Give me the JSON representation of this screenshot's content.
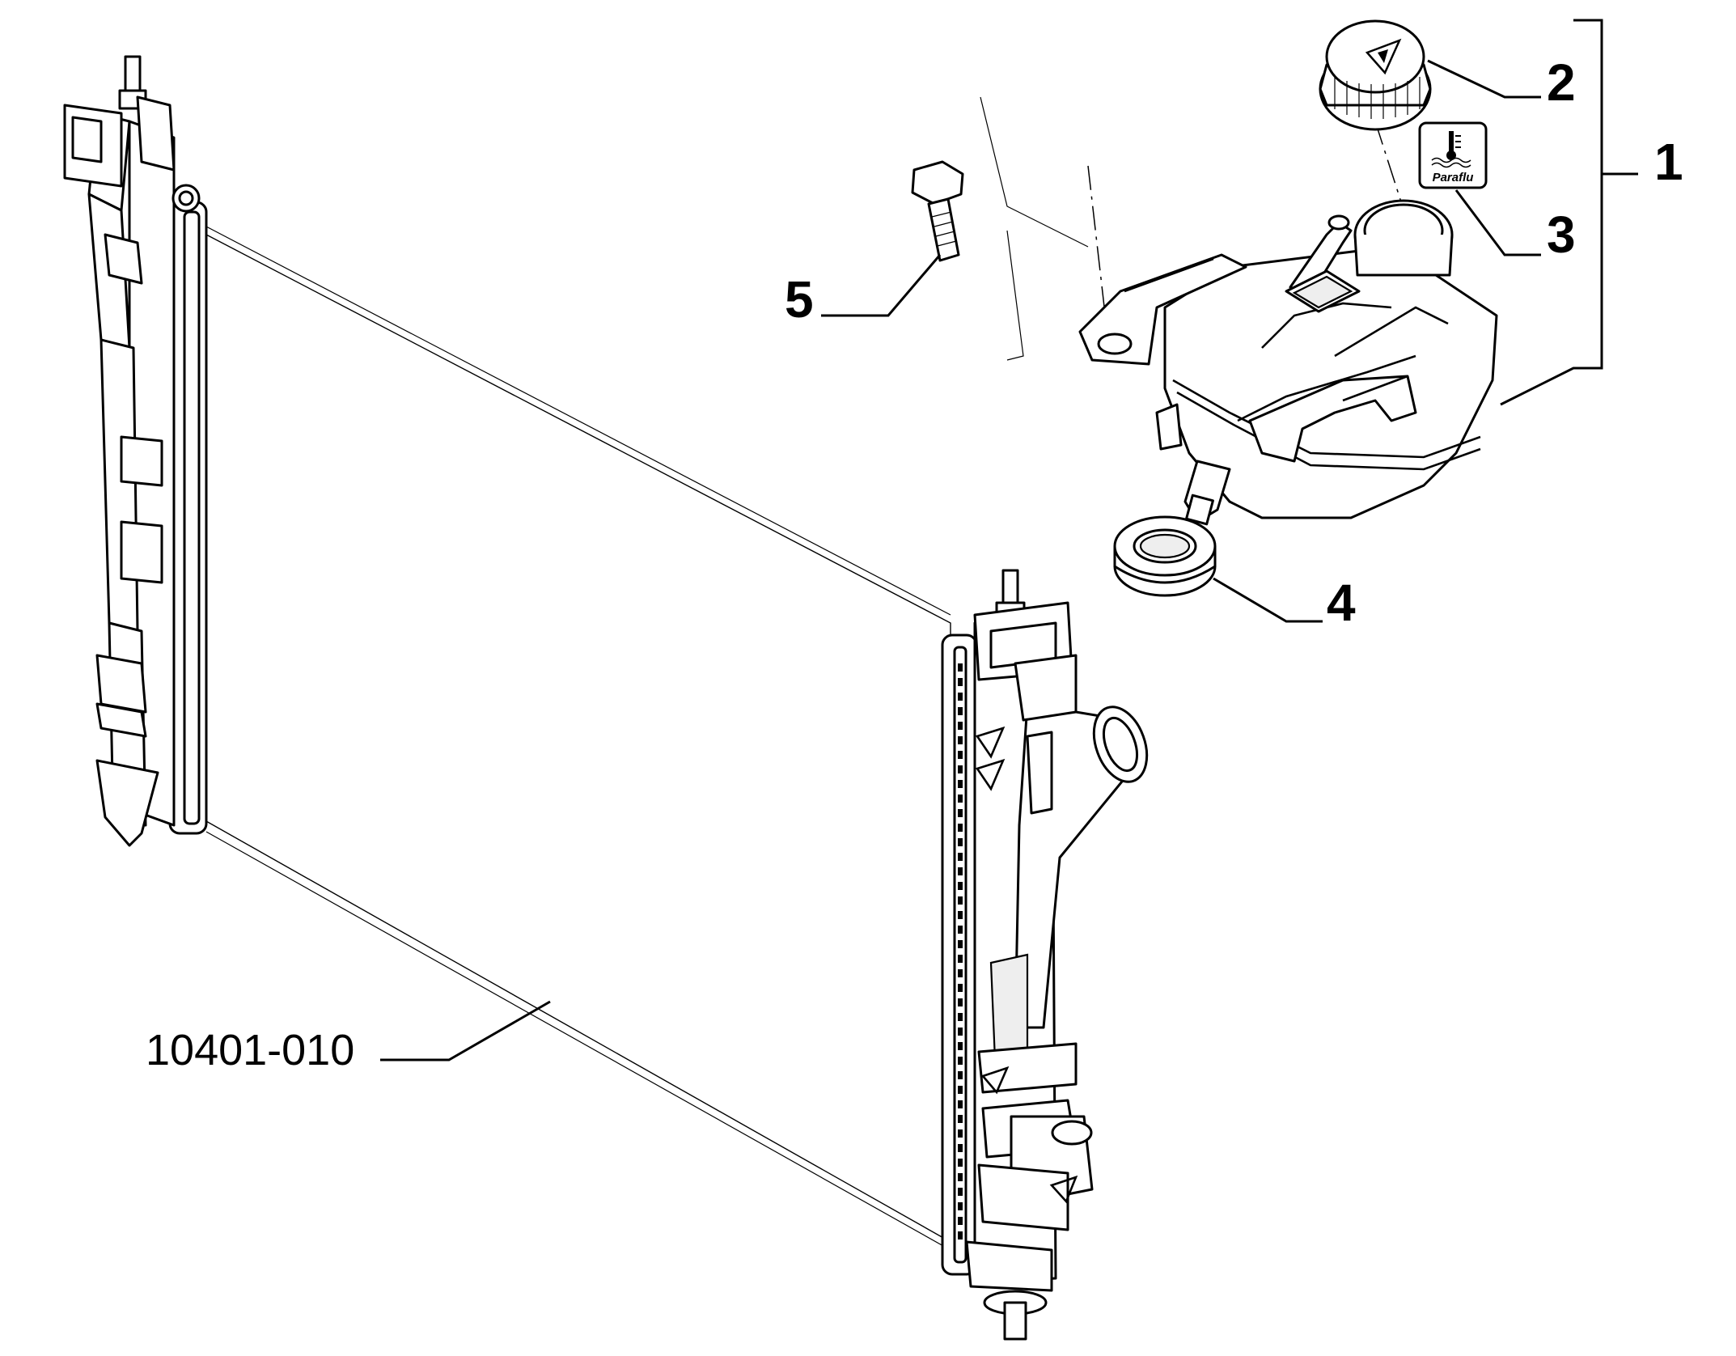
{
  "callouts": [
    {
      "number": "1"
    },
    {
      "number": "2"
    },
    {
      "number": "3"
    },
    {
      "number": "4"
    },
    {
      "number": "5"
    }
  ],
  "reference_label": "10401-010",
  "sticker_text": "Paraflu",
  "icons": {
    "coolant_temperature": "thermometer-waves-icon",
    "cap_warning": "warning-triangle-icon"
  }
}
